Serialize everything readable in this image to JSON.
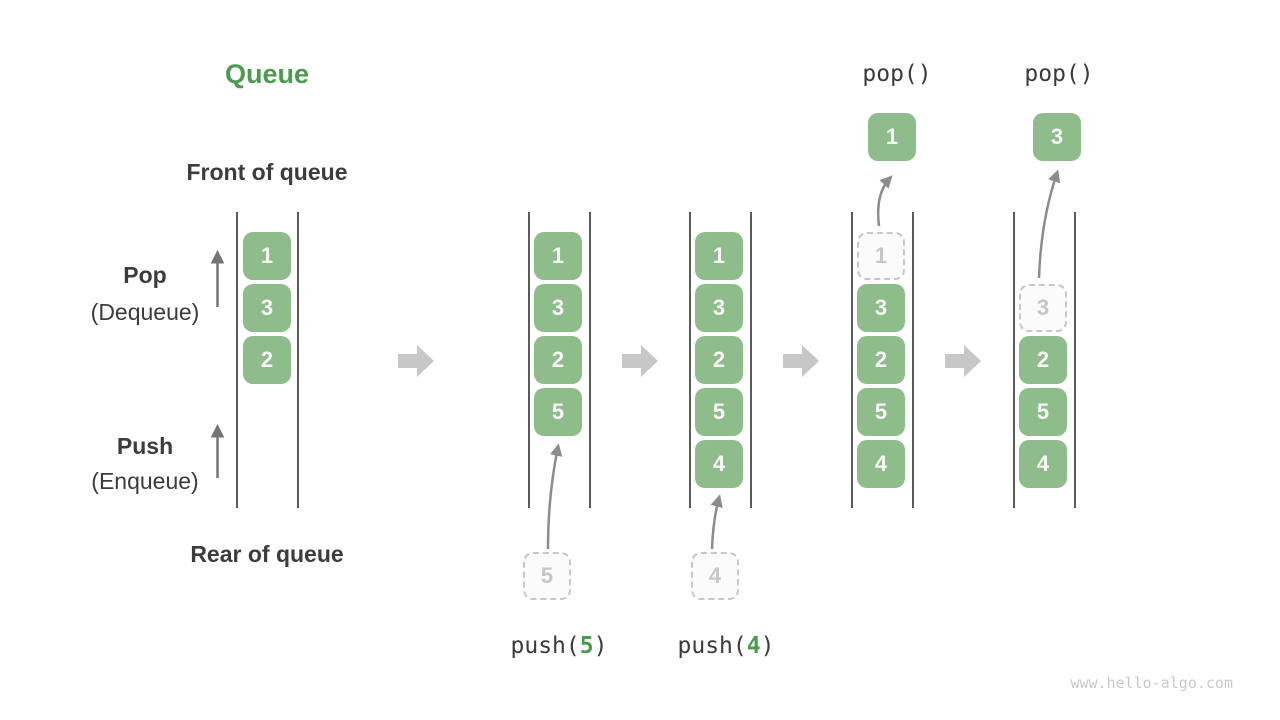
{
  "title": "Queue",
  "labels": {
    "front_of_queue": "Front of queue",
    "rear_of_queue": "Rear of queue",
    "pop": "Pop",
    "pop_sub": "(Dequeue)",
    "push": "Push",
    "push_sub": "(Enqueue)"
  },
  "queues": [
    {
      "cells": [
        "1",
        "3",
        "2"
      ]
    },
    {
      "cells": [
        "1",
        "3",
        "2",
        "5"
      ],
      "incoming": "5",
      "op_prefix": "push(",
      "op_value": "5",
      "op_suffix": ")"
    },
    {
      "cells": [
        "1",
        "3",
        "2",
        "5",
        "4"
      ],
      "incoming": "4",
      "op_prefix": "push(",
      "op_value": "4",
      "op_suffix": ")"
    },
    {
      "cells": [
        "1",
        "3",
        "2",
        "5",
        "4"
      ],
      "ghost_index": 0,
      "popped": "1",
      "op": "pop()"
    },
    {
      "cells": [
        "3",
        "2",
        "5",
        "4"
      ],
      "ghost_index": 0,
      "popped": "3",
      "op": "pop()"
    }
  ],
  "colors": {
    "box_green": "#8FBC8B",
    "accent_green": "#4C9A50",
    "dark_text": "#3C3C3C",
    "queue_line": "#5B5B5B",
    "flow_arrow_gray": "#C7C7C7",
    "motion_arrow_gray": "#8C8C8C",
    "ghost_gray": "#C6C6C6",
    "watermark_gray": "#C9C9C9"
  },
  "watermark": "www.hello-algo.com"
}
